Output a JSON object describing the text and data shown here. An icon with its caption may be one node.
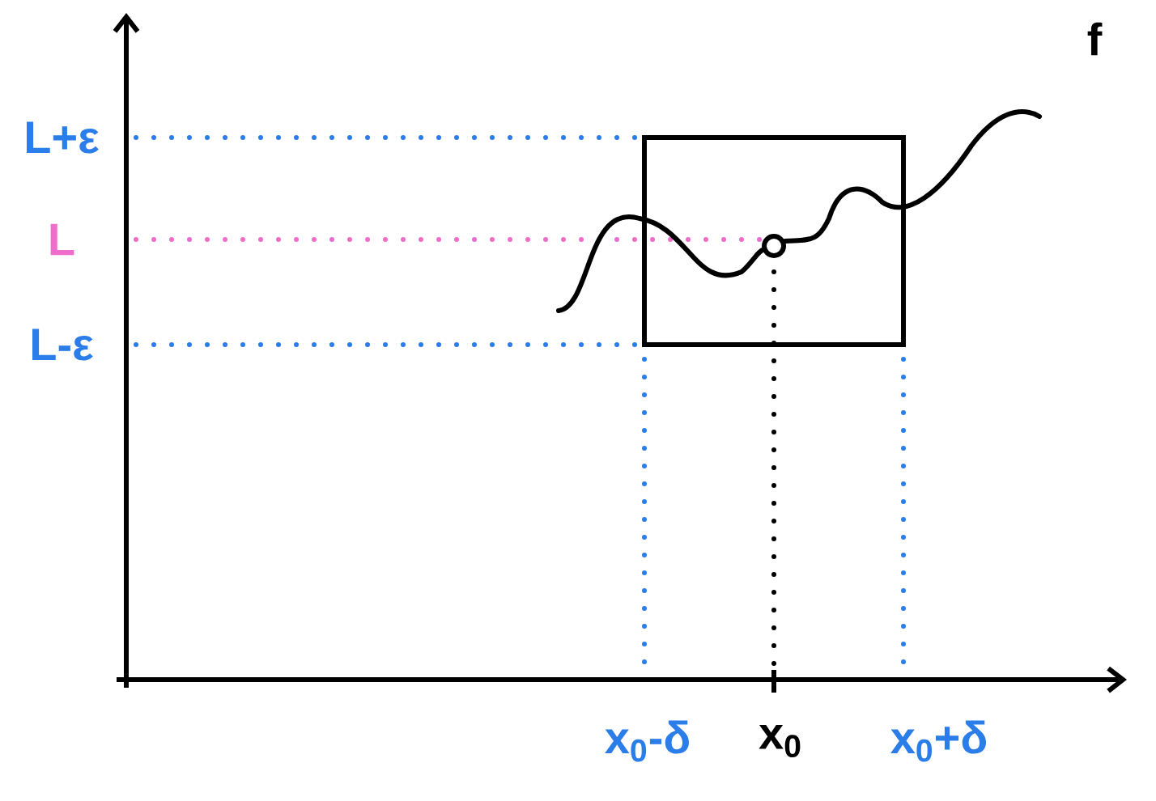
{
  "diagram": {
    "labels": [
      "L+ε",
      "L",
      "L-ε",
      "x$_{0}$-δ",
      "x$_{0}$",
      "x$_{0}$+δ",
      "f"
    ]
  }
}
